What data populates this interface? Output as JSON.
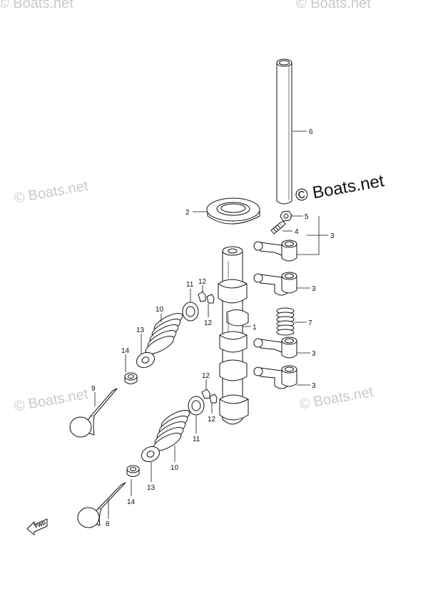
{
  "watermarks": {
    "tl": "© Boats.net",
    "tr": "© Boats.net",
    "ml": "© Boats.net",
    "bl": "© Boats.net",
    "br": "© Boats.net"
  },
  "copyright": "© Boats.net",
  "fwd_label": "FWD",
  "callouts": {
    "c1": "1",
    "c2": "2",
    "c3a": "3",
    "c3b": "3",
    "c3c": "3",
    "c3d": "3",
    "c4": "4",
    "c5": "5",
    "c6": "6",
    "c7": "7",
    "c8": "8",
    "c9": "9",
    "c10a": "10",
    "c10b": "10",
    "c11a": "11",
    "c11b": "11",
    "c12a": "12",
    "c12b": "12",
    "c12c": "12",
    "c12d": "12",
    "c13a": "13",
    "c13b": "13",
    "c14a": "14",
    "c14b": "14"
  }
}
